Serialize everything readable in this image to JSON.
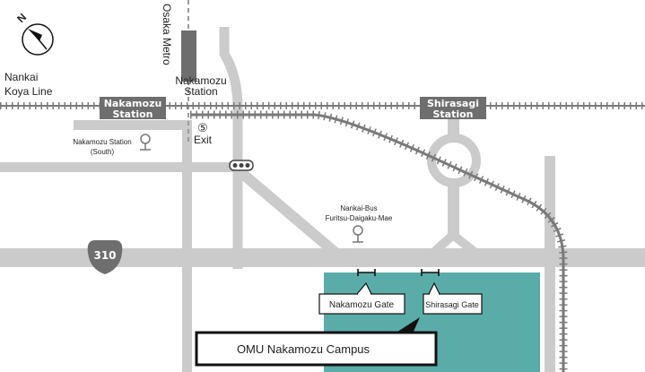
{
  "colors": {
    "road": "#cbcbcb",
    "rail": "#7a7a7a",
    "station_box": "#6e6e6e",
    "campus": "#5aaca9",
    "metro_track": "#9a9a9a"
  },
  "compass": {
    "letter": "N"
  },
  "lines": {
    "nankai_line1": "Nankai",
    "nankai_line2": "Koya Line",
    "osaka_metro": "Osaka Metro"
  },
  "stations": {
    "nakamozu_metro_line1": "Nakamozu",
    "nakamozu_metro_line2": "Station",
    "nakamozu_nankai_line1": "Nakamozu",
    "nakamozu_nankai_line2": "Station",
    "shirasagi_line1": "Shirasagi",
    "shirasagi_line2": "Station"
  },
  "exit": {
    "number": "⑤",
    "label": "Exit"
  },
  "bus_stops": {
    "south_line1": "Nakamozu Station",
    "south_line2": "(South)",
    "nankai_bus_line1": "Nankai-Bus",
    "nankai_bus_line2": "Furitsu-Daigaku-Mae"
  },
  "route": {
    "number": "310"
  },
  "gates": {
    "nakamozu": "Nakamozu Gate",
    "shirasagi": "Shirasagi Gate"
  },
  "campus": {
    "name": "OMU Nakamozu Campus"
  }
}
